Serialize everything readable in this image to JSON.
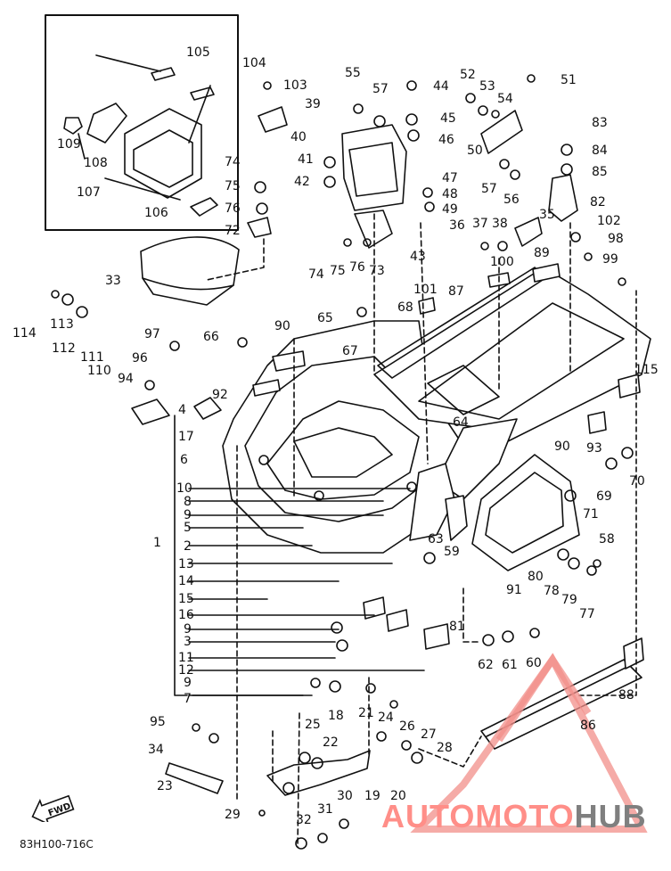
{
  "diagram": {
    "figure_code": "83H100-716C",
    "watermark": {
      "part_a": "AUTOMOTO",
      "part_b": "HUB",
      "color_a": "#ff8e88",
      "color_b": "#7f7f7f"
    },
    "forward_marker": "FWD",
    "labels": [
      "1",
      "2",
      "3",
      "4",
      "5",
      "6",
      "7",
      "8",
      "9",
      "9",
      "9",
      "10",
      "11",
      "12",
      "13",
      "14",
      "15",
      "16",
      "17",
      "18",
      "19",
      "20",
      "21",
      "22",
      "23",
      "24",
      "25",
      "26",
      "27",
      "28",
      "29",
      "30",
      "31",
      "32",
      "33",
      "34",
      "35",
      "36",
      "37",
      "38",
      "39",
      "40",
      "41",
      "42",
      "43",
      "44",
      "45",
      "46",
      "47",
      "48",
      "49",
      "50",
      "51",
      "52",
      "53",
      "54",
      "55",
      "56",
      "57",
      "57",
      "58",
      "59",
      "60",
      "61",
      "62",
      "63",
      "64",
      "65",
      "66",
      "67",
      "68",
      "69",
      "70",
      "71",
      "72",
      "73",
      "74",
      "74",
      "75",
      "75",
      "76",
      "76",
      "77",
      "78",
      "79",
      "80",
      "81",
      "82",
      "83",
      "84",
      "85",
      "86",
      "87",
      "88",
      "89",
      "90",
      "90",
      "91",
      "92",
      "93",
      "94",
      "95",
      "96",
      "97",
      "98",
      "99",
      "100",
      "101",
      "102",
      "103",
      "104",
      "105",
      "106",
      "107",
      "108",
      "109",
      "110",
      "111",
      "112",
      "113",
      "114",
      "115"
    ]
  }
}
